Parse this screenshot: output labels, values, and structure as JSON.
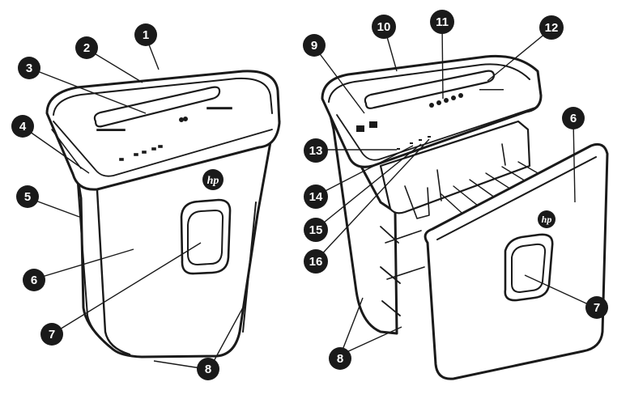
{
  "diagram": {
    "brand": "hp",
    "callouts": [
      {
        "id": "c1",
        "label": "1"
      },
      {
        "id": "c2",
        "label": "2"
      },
      {
        "id": "c3",
        "label": "3"
      },
      {
        "id": "c4",
        "label": "4"
      },
      {
        "id": "c5",
        "label": "5"
      },
      {
        "id": "c6a",
        "label": "6"
      },
      {
        "id": "c7a",
        "label": "7"
      },
      {
        "id": "c8a",
        "label": "8"
      },
      {
        "id": "c9",
        "label": "9"
      },
      {
        "id": "c10",
        "label": "10"
      },
      {
        "id": "c11",
        "label": "11"
      },
      {
        "id": "c12",
        "label": "12"
      },
      {
        "id": "c6b",
        "label": "6"
      },
      {
        "id": "c13",
        "label": "13"
      },
      {
        "id": "c14",
        "label": "14"
      },
      {
        "id": "c15",
        "label": "15"
      },
      {
        "id": "c16",
        "label": "16"
      },
      {
        "id": "c7b",
        "label": "7"
      },
      {
        "id": "c8b",
        "label": "8"
      }
    ]
  }
}
